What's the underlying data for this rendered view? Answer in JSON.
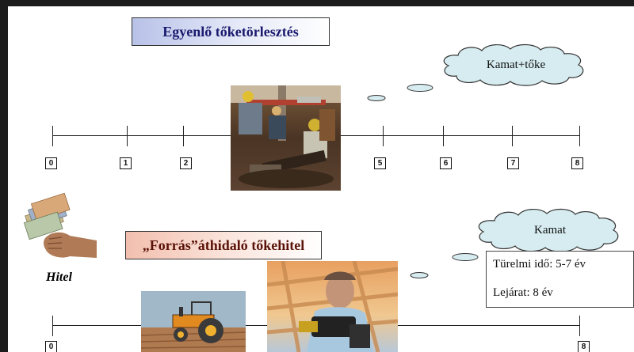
{
  "top_section": {
    "title": "Egyenlő tőketörlesztés",
    "cloud_text": "Kamat+tőke",
    "timeline_labels": [
      "0",
      "1",
      "2",
      "5",
      "6",
      "7",
      "8"
    ]
  },
  "bottom_section": {
    "title": "„Forrás”áthidaló tőkehitel",
    "cloud_text": "Kamat",
    "timeline_labels": [
      "0",
      "8"
    ],
    "info_box": {
      "grace_period": "Türelmi idő: 5-7 év",
      "maturity": "Lejárat: 8 év"
    }
  },
  "loan_label": "Hitel",
  "colors": {
    "title1_bg": "#b8c2e8",
    "title2_bg": "#f2bfae",
    "cloud_fill": "#d6ecf0"
  },
  "images": [
    "oil-rig-workers-photo",
    "money-hand-photo",
    "tractor-clipart",
    "construction-worker-drill-photo"
  ]
}
